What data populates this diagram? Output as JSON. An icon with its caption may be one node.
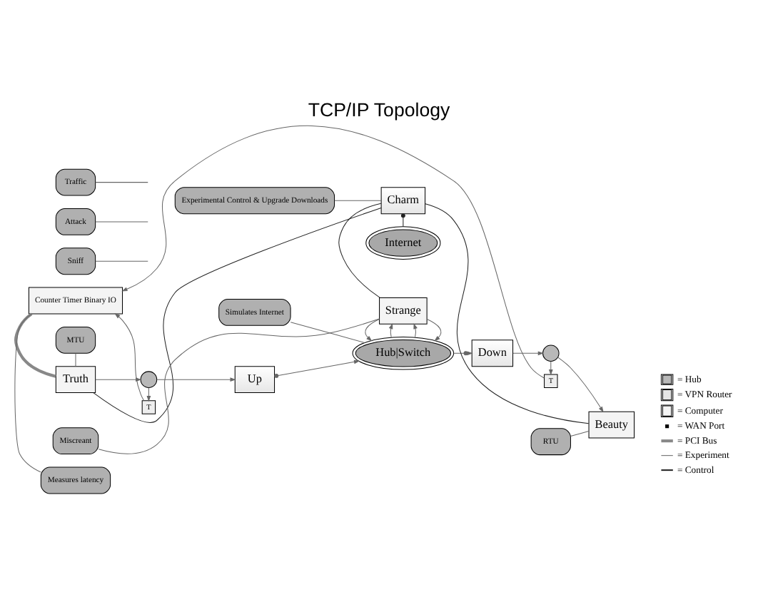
{
  "diagram": {
    "title": "TCP/IP Topology",
    "nodes": [
      {
        "text": [
          "Counter Timer Binary IO"
        ]
      },
      {
        "text": [
          "Measures latency"
        ]
      },
      {
        "text": [
          "T"
        ]
      },
      {
        "text": [
          "Truth"
        ]
      },
      {
        "text": [],
        "shape": "circle"
      },
      {
        "text": [
          "Up"
        ]
      },
      {
        "text": [
          "Hub|Switch"
        ]
      },
      {
        "text": [
          "Down"
        ]
      },
      {
        "text": [],
        "shape": "circle"
      },
      {
        "text": [
          "T"
        ]
      },
      {
        "text": [
          "Beauty"
        ]
      },
      {
        "text": [
          "MTU"
        ]
      },
      {
        "text": [
          "Simulates Internet"
        ]
      },
      {
        "text": [
          "Sniff"
        ]
      },
      {
        "text": [
          "RTU"
        ]
      },
      {
        "text": [
          "Strange"
        ]
      },
      {
        "text": [
          "Attack"
        ]
      },
      {
        "text": [
          "Traffic"
        ]
      },
      {
        "text": [
          "Miscreant"
        ]
      },
      {
        "text": [
          "Charm"
        ]
      },
      {
        "text": [
          "Experimental Control & Upgrade Downloads"
        ]
      },
      {
        "text": [
          "Internet"
        ]
      }
    ],
    "edges": [
      {
        "from": 3,
        "to": 4,
        "arrow": "to"
      },
      {
        "from": 4,
        "to": 2,
        "arrow": "to"
      },
      {
        "from": 2,
        "to": 0,
        "arrow": "to"
      },
      {
        "from": 4,
        "to": 5,
        "arrow": "to"
      },
      {
        "from": 5,
        "to": 6,
        "arrow": "to"
      },
      {
        "from": 6,
        "to": 7,
        "arrow": "to"
      },
      {
        "from": 7,
        "to": 8,
        "arrow": "to"
      },
      {
        "from": 8,
        "to": 9,
        "arrow": "to"
      },
      {
        "from": 8,
        "to": 10,
        "arrow": "to"
      },
      {
        "from": 9,
        "to": 0,
        "arrow": "to"
      },
      {
        "from": 15,
        "to": 6,
        "arrow": "to"
      },
      {
        "from": 6,
        "to": 15,
        "arrow": "to"
      },
      {
        "from": 6,
        "to": 15,
        "arrow": "to"
      },
      {
        "from": 15,
        "to": 6,
        "arrow": "to"
      },
      {
        "from": 0,
        "to": 3,
        "arrow": "none",
        "style": "thick",
        "color": "#888888"
      },
      {
        "from": 3,
        "to": 19,
        "arrow": "none",
        "color": "#222222"
      },
      {
        "from": 10,
        "to": 19,
        "arrow": "none",
        "color": "#222222"
      },
      {
        "from": 15,
        "to": 19,
        "arrow": "none",
        "color": "#222222"
      },
      {
        "from": 19,
        "to": 21,
        "arrow": "other",
        "color": "#222222"
      },
      {
        "from": 1,
        "to": 0,
        "arrow": "none"
      },
      {
        "from": 11,
        "to": 3,
        "arrow": "none"
      },
      {
        "from": 12,
        "to": 6,
        "arrow": "none"
      },
      {
        "from": 17,
        "to": null,
        "arrow": "none"
      },
      {
        "from": 13,
        "to": null,
        "arrow": "none"
      },
      {
        "from": 16,
        "to": null,
        "arrow": "none"
      },
      {
        "from": 18,
        "to": 15,
        "arrow": "none"
      },
      {
        "from": 14,
        "to": 10,
        "arrow": "none"
      },
      {
        "from": 20,
        "to": 19,
        "arrow": "none"
      }
    ],
    "legend": [
      {
        "text": "= Hub"
      },
      {
        "text": "= VPN Router"
      },
      {
        "text": "= Computer"
      },
      {
        "text": "= WAN Port"
      },
      {
        "text": "= PCI Bus"
      },
      {
        "text": "= Experiment"
      },
      {
        "text": "= Control"
      }
    ]
  }
}
